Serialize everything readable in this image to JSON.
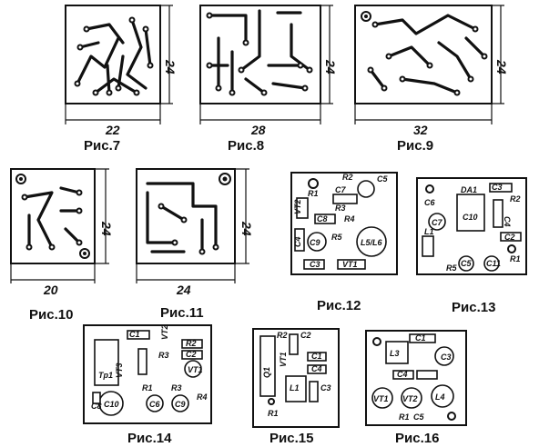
{
  "figures": {
    "fig7": {
      "caption": "Рис.7",
      "width": "22",
      "height": "24"
    },
    "fig8": {
      "caption": "Рис.8",
      "width": "28",
      "height": "24"
    },
    "fig9": {
      "caption": "Рис.9",
      "width": "32",
      "height": "24"
    },
    "fig10": {
      "caption": "Рис.10",
      "width": "20",
      "height": "24"
    },
    "fig11": {
      "caption": "Рис.11",
      "width": "24",
      "height": "24"
    },
    "fig12": {
      "caption": "Рис.12",
      "labels": [
        "R1",
        "VT2",
        "C7",
        "R2",
        "C5",
        "R3",
        "R4",
        "C8",
        "VT1",
        "L5/L6",
        "C9",
        "C4",
        "R5",
        "C3"
      ]
    },
    "fig13": {
      "caption": "Рис.13",
      "labels": [
        "C6",
        "C3",
        "R2",
        "DA1",
        "C7",
        "C10",
        "C4",
        "L1",
        "C2",
        "R5",
        "C5",
        "C11",
        "R1"
      ]
    },
    "fig14": {
      "caption": "Рис.14",
      "labels": [
        "C1",
        "VT2",
        "R2",
        "C2",
        "R3",
        "VT1",
        "Tp1",
        "VT3",
        "R1",
        "C8",
        "R3",
        "R4",
        "C10",
        "C6",
        "C9"
      ]
    },
    "fig15": {
      "caption": "Рис.15",
      "labels": [
        "R2",
        "C2",
        "VT1",
        "C1",
        "C4",
        "C3",
        "Q1",
        "L1",
        "R1"
      ]
    },
    "fig16": {
      "caption": "Рис.16",
      "labels": [
        "C1",
        "L3",
        "VT1",
        "C4",
        "VT2",
        "L4",
        "R1",
        "C5",
        "C3"
      ]
    }
  }
}
